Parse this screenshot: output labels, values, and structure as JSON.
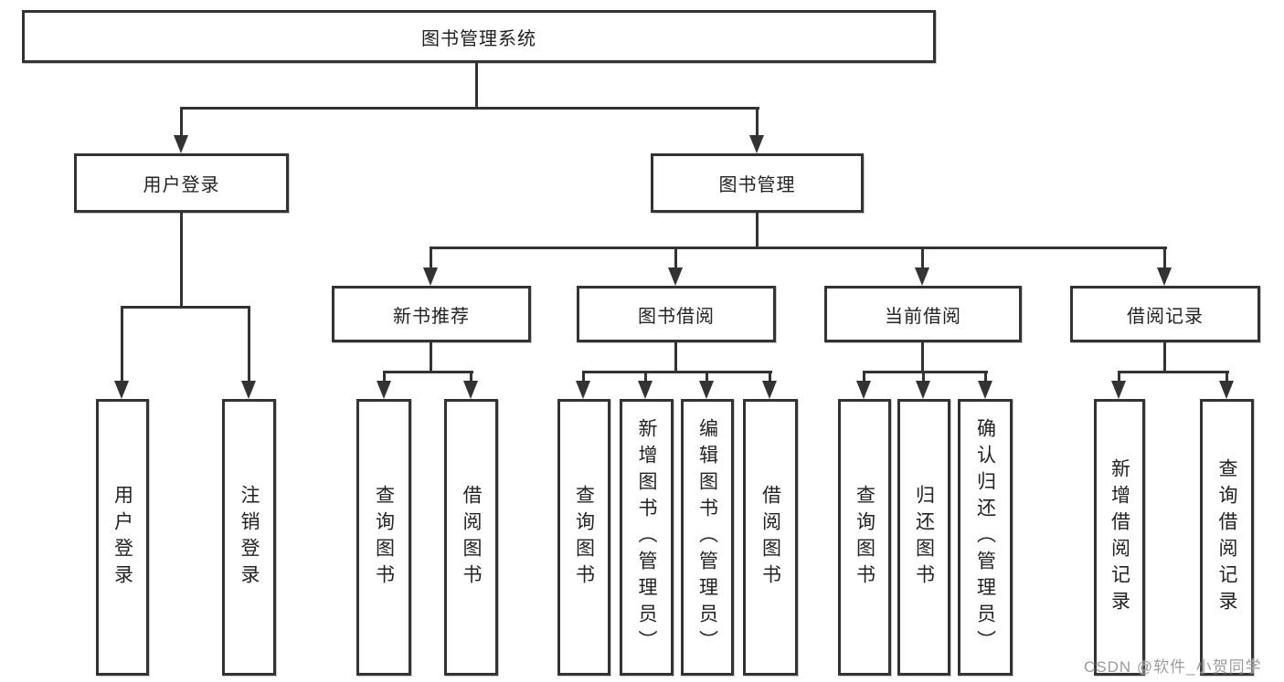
{
  "tree": {
    "label": "图书管理系统",
    "children": [
      {
        "label": "用户登录",
        "children": [
          {
            "label": "用户登录"
          },
          {
            "label": "注销登录"
          }
        ]
      },
      {
        "label": "图书管理",
        "children": [
          {
            "label": "新书推荐",
            "children": [
              {
                "label": "查询图书"
              },
              {
                "label": "借阅图书"
              }
            ]
          },
          {
            "label": "图书借阅",
            "children": [
              {
                "label": "查询图书"
              },
              {
                "label": "新增图书（管理员）"
              },
              {
                "label": "编辑图书（管理员）"
              },
              {
                "label": "借阅图书"
              }
            ]
          },
          {
            "label": "当前借阅",
            "children": [
              {
                "label": "查询图书"
              },
              {
                "label": "归还图书"
              },
              {
                "label": "确认归还（管理员）"
              }
            ]
          },
          {
            "label": "借阅记录",
            "children": [
              {
                "label": "新增借阅记录"
              },
              {
                "label": "查询借阅记录"
              }
            ]
          }
        ]
      }
    ]
  },
  "watermark": {
    "text": "CSDN @软件_小贺同学"
  },
  "colors": {
    "line": "#333333",
    "text": "#222222",
    "watermark": "#9b9b9b",
    "background": "#ffffff"
  }
}
